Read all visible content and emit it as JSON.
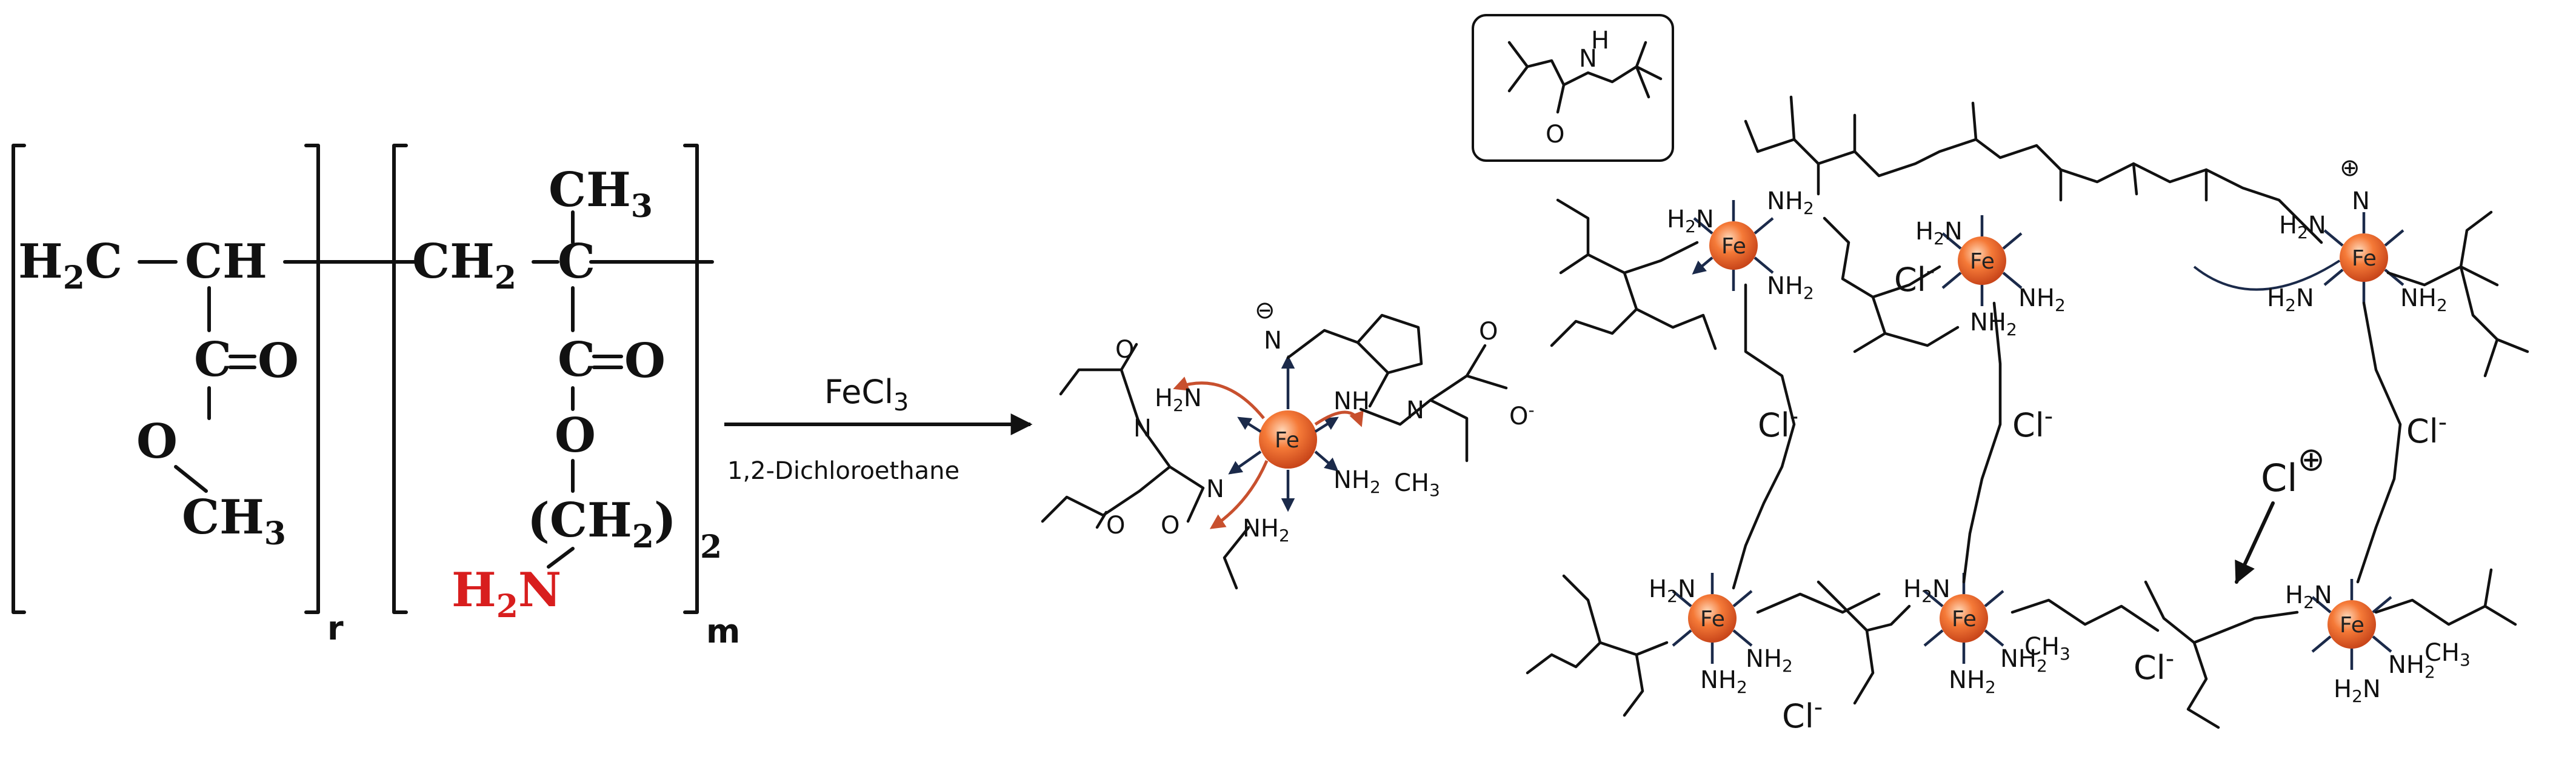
{
  "polymer": {
    "r_unit": {
      "h2c": "H",
      "h2c_sub": "2",
      "h2c_c": "C",
      "ch": "CH",
      "c": "C",
      "o_dbl": "O",
      "o": "O",
      "ch3": "CH",
      "ch3_sub": "3",
      "subscript": "r"
    },
    "m_unit": {
      "ch2": "CH",
      "ch2_sub": "2",
      "c1": "C",
      "ch3_top": "CH",
      "ch3_top_sub": "3",
      "c2": "C",
      "o_dbl": "O",
      "o": "O",
      "ch2_chain": "(CH",
      "ch2_chain_sub": "2",
      "ch2_chain_close": ")",
      "ch2_repeat": "2",
      "amine_h": "H",
      "amine_sub": "2",
      "amine_n": "N",
      "subscript": "m"
    },
    "amine_color": "#d81e1e"
  },
  "reaction": {
    "reagent": "FeCl",
    "reagent_sub": "3",
    "solvent": "1,2-Dichloroethane"
  },
  "complex": {
    "metal": "Fe",
    "charge": "⊖",
    "imine_n": "N",
    "ligands": [
      "H₂N",
      "NH",
      "NH₂",
      "NH₂",
      "N",
      "N",
      "O",
      "O",
      "O",
      "O",
      "O⁻",
      "N",
      "CH₃"
    ]
  },
  "network": {
    "metal": "Fe",
    "chloride": "Cl",
    "chloride_minus": "Cl⁻",
    "cl_plus": "Cl",
    "plus_sign": "⊕",
    "amine_labels": [
      "H₂N",
      "NH₂",
      "NH",
      "N",
      "O",
      "CH₃",
      "NH₂",
      "N"
    ],
    "inset_labels": [
      "N",
      "H",
      "O"
    ]
  },
  "colors": {
    "fe_fill": "#f06a2a",
    "arrow": "#1b2a4a",
    "red_arrow": "#c8502e"
  }
}
